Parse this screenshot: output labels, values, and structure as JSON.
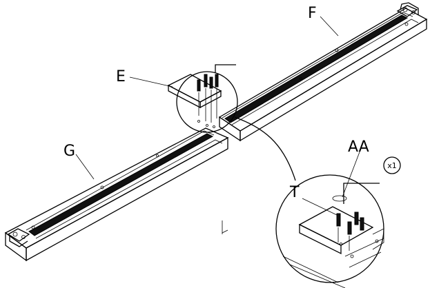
{
  "labels": {
    "part_f": "F",
    "part_e": "E",
    "part_g": "G",
    "part_aa": "AA",
    "part_t": "T",
    "quantity": "x1"
  }
}
